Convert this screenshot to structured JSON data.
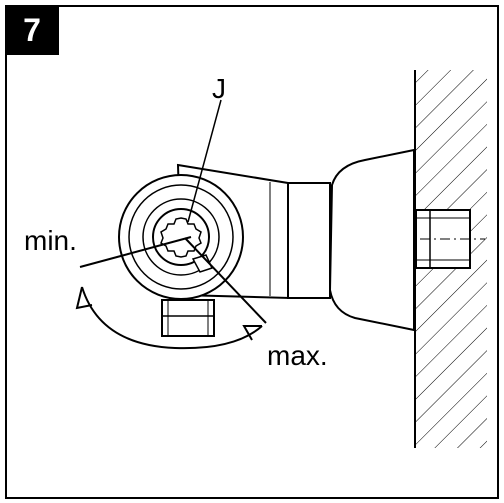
{
  "figure": {
    "number": "7",
    "labels": {
      "j": "J",
      "min": "min.",
      "max": "max."
    }
  }
}
